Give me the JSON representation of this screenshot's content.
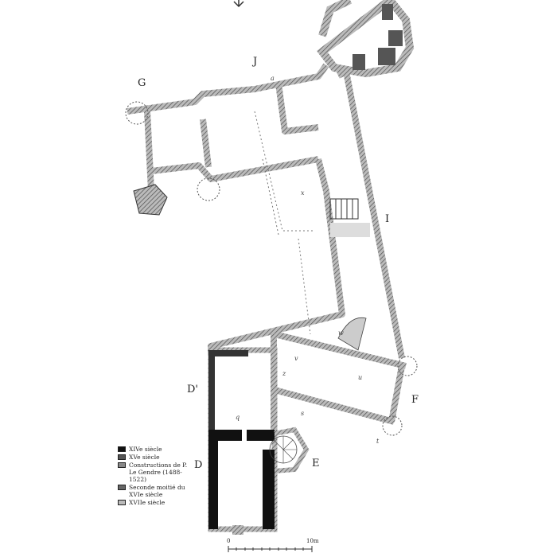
{
  "plan": {
    "labels": {
      "G": "G",
      "J": "J",
      "I": "I",
      "F": "F",
      "E": "E",
      "D_prime": "D'",
      "D": "D"
    },
    "room_letters": {
      "a": "a",
      "x": "x",
      "q": "q",
      "v": "v",
      "u": "u",
      "s": "s",
      "t": "t",
      "z": "z",
      "w": "w"
    },
    "north_arrow_icon": "north-arrow-icon"
  },
  "legend": {
    "items": [
      {
        "label": "XIVe siècle",
        "swatch": "#111111"
      },
      {
        "label": "XVe siècle",
        "swatch": "#555555"
      },
      {
        "label": "Constructions de P. Le Gendre (1488-1522)",
        "swatch": "#888888"
      },
      {
        "label": "Seconde moitié du XVIe siècle",
        "swatch": "#666666"
      },
      {
        "label": "XVIIe siècle",
        "swatch": "#bbbbbb"
      }
    ]
  },
  "scale": {
    "start": "0",
    "end": "10m"
  }
}
